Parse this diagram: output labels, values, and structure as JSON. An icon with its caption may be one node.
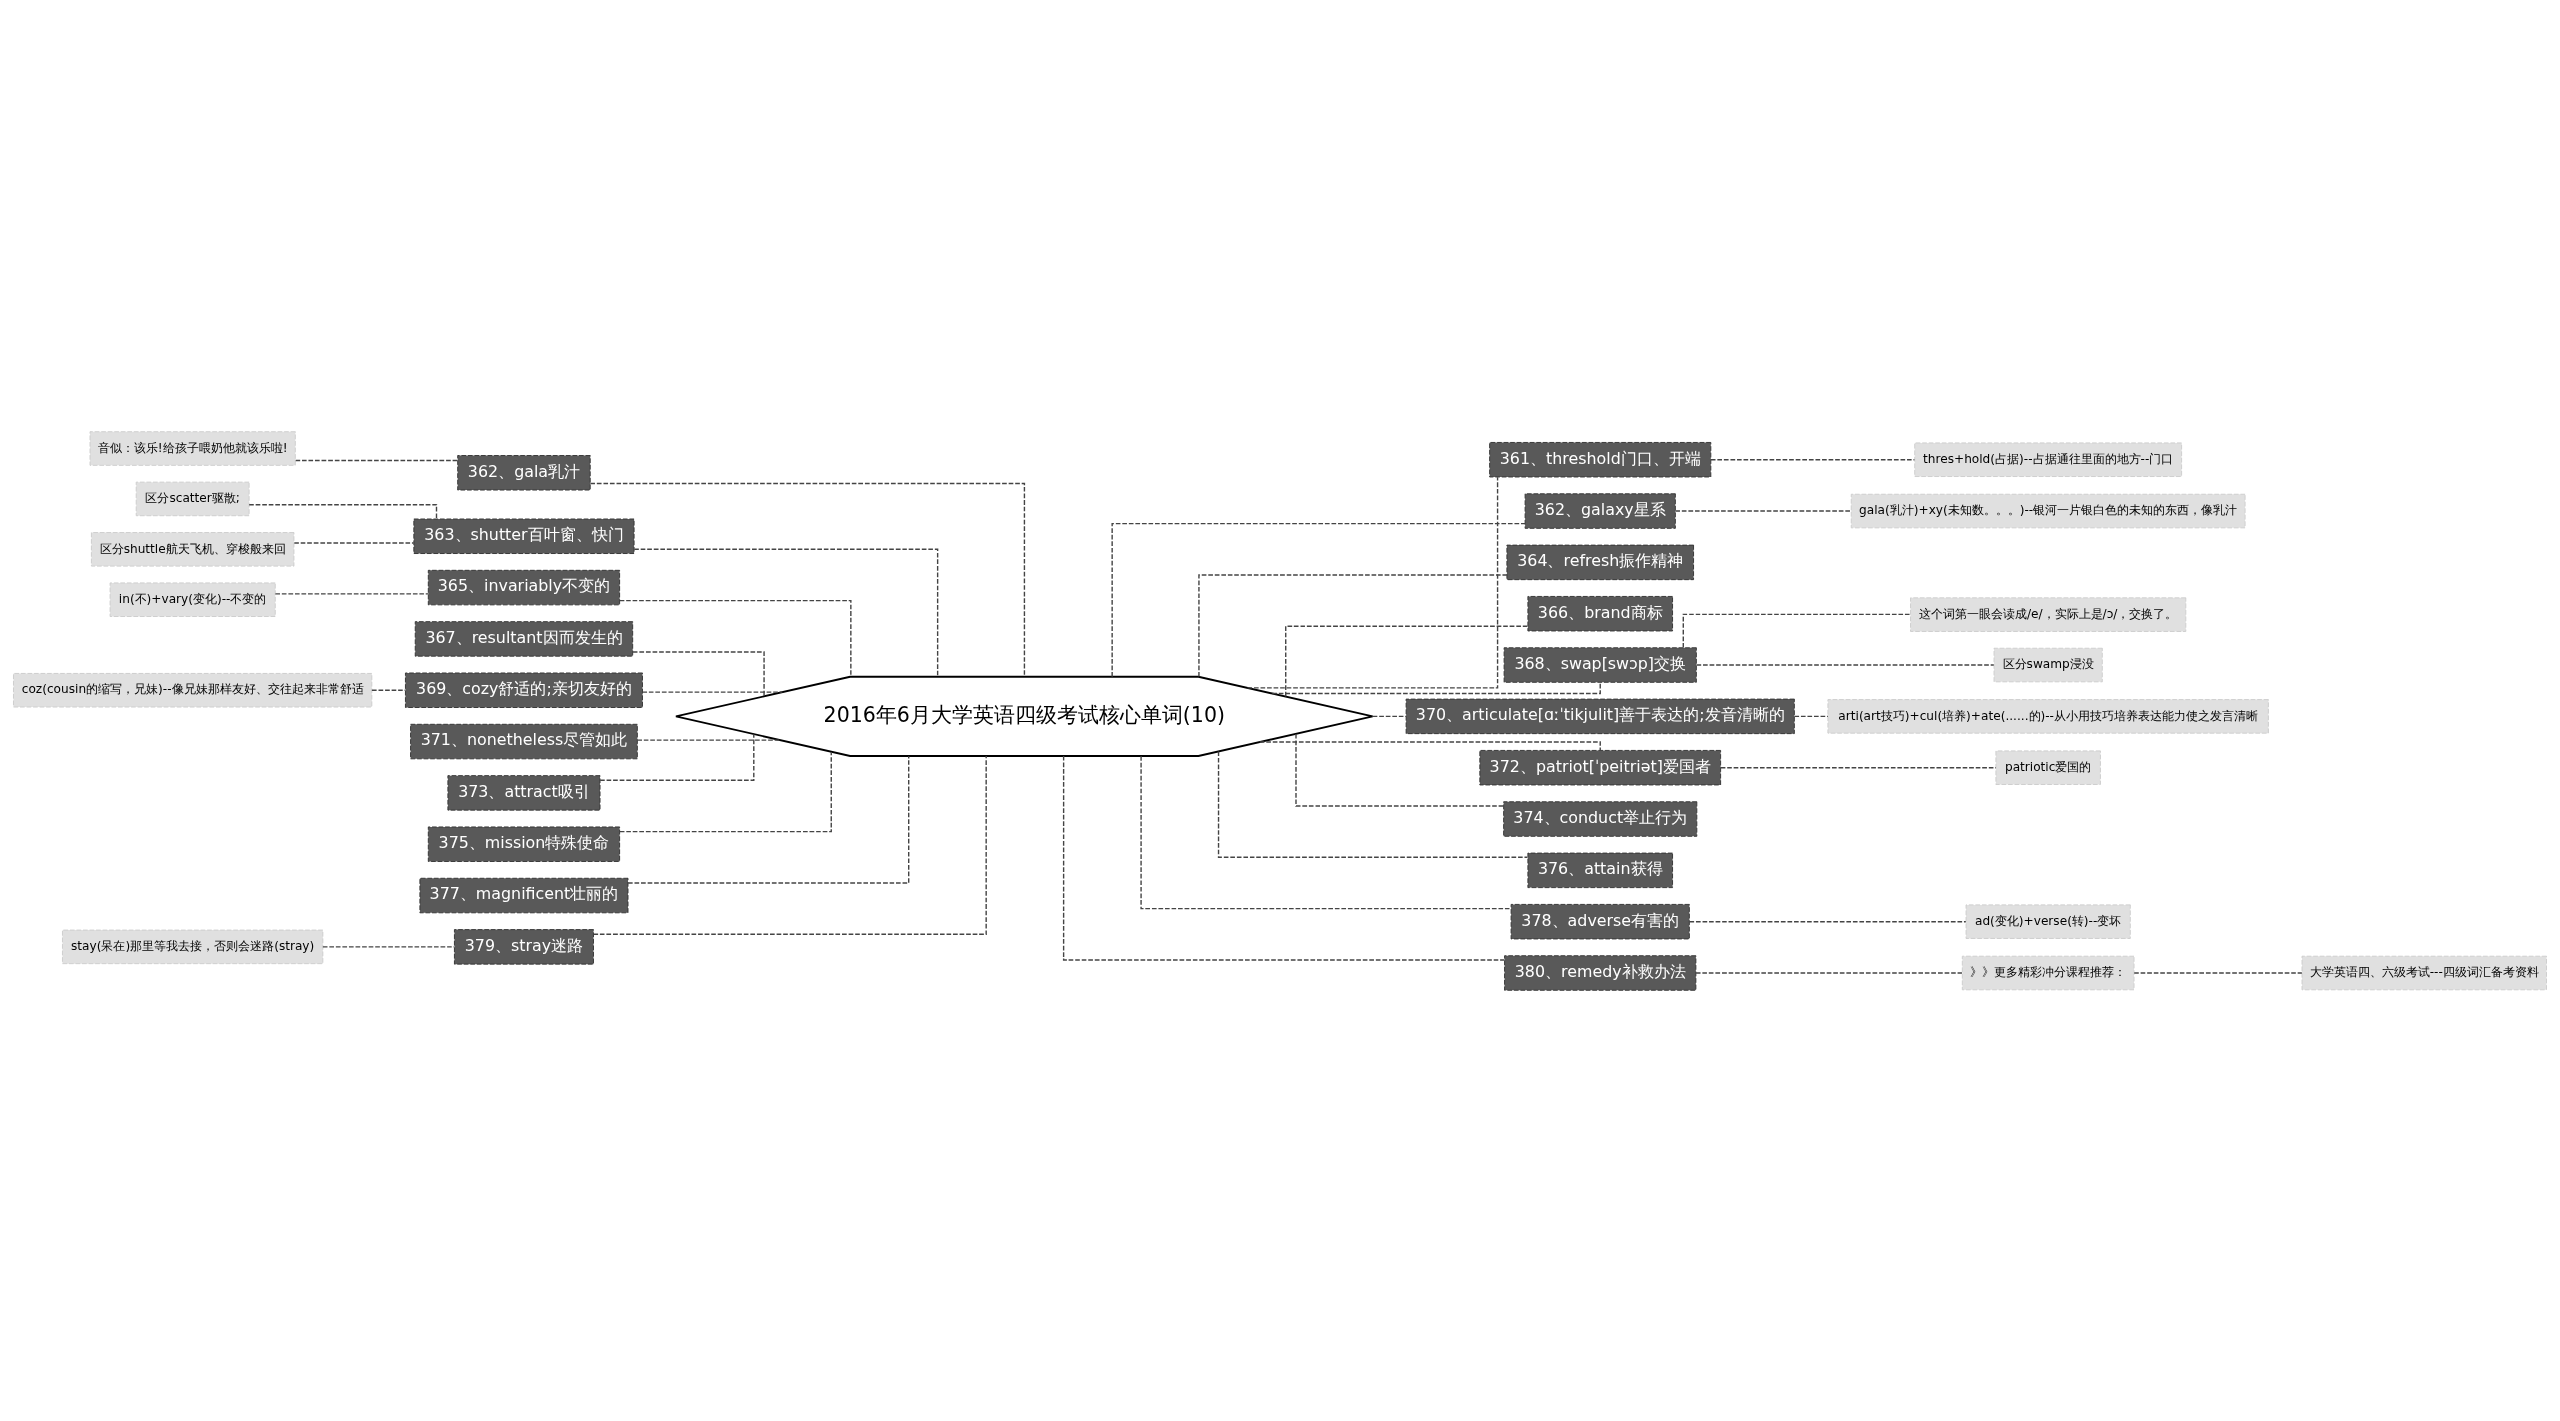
{
  "diagram": {
    "nodes": [
      {
        "text": [
          "2016年6月大学英语四级考试核心单词(10)"
        ]
      },
      {
        "text": [
          "361、threshold门口、开端"
        ]
      },
      {
        "text": [
          "thres+hold(占据)--占据通往里面的地方--门口"
        ]
      },
      {
        "text": [
          "362、galaxy星系"
        ]
      },
      {
        "text": [
          "gala(乳汁)+xy(未知数。。。)--银河一片银白色的未知的东西，像乳汁"
        ]
      },
      {
        "text": [
          "364、refresh振作精神"
        ]
      },
      {
        "text": [
          "366、brand商标"
        ]
      },
      {
        "text": [
          "368、swap[swɔp]交换"
        ]
      },
      {
        "text": [
          "这个词第一眼会读成/e/，实际上是/ɔ/，交换了。"
        ]
      },
      {
        "text": [
          "区分swamp浸没"
        ]
      },
      {
        "text": [
          "370、articulate[ɑːˈtikjulit]善于表达的;发音清晰的"
        ]
      },
      {
        "text": [
          "arti(art技巧)+cul(培养)+ate(......的)--从小用技巧培养表达能力使之发言清晰"
        ]
      },
      {
        "text": [
          "372、patriot[ˈpeitriət]爱国者"
        ]
      },
      {
        "text": [
          "patriotic爱国的"
        ]
      },
      {
        "text": [
          "374、conduct举止行为"
        ]
      },
      {
        "text": [
          "376、attain获得"
        ]
      },
      {
        "text": [
          "378、adverse有害的"
        ]
      },
      {
        "text": [
          "ad(变化)+verse(转)--变坏"
        ]
      },
      {
        "text": [
          "380、remedy补救办法"
        ]
      },
      {
        "text": [
          "》》更多精彩冲分课程推荐："
        ]
      },
      {
        "text": [
          "大学英语四、六级考试---四级词汇备考资料"
        ]
      },
      {
        "text": [
          "362、gala乳汁"
        ]
      },
      {
        "text": [
          "音似：该乐!给孩子喂奶他就该乐啦!"
        ]
      },
      {
        "text": [
          "363、shutter百叶窗、快门"
        ]
      },
      {
        "text": [
          "区分scatter驱散;"
        ]
      },
      {
        "text": [
          "区分shuttle航天飞机、穿梭般来回"
        ]
      },
      {
        "text": [
          "365、invariably不变的"
        ]
      },
      {
        "text": [
          "in(不)+vary(变化)--不变的"
        ]
      },
      {
        "text": [
          "367、resultant因而发生的"
        ]
      },
      {
        "text": [
          "369、cozy舒适的;亲切友好的"
        ]
      },
      {
        "text": [
          "coz(cousin的缩写，兄妹)--像兄妹那样友好、交往起来非常舒适"
        ]
      },
      {
        "text": [
          "371、nonetheless尽管如此"
        ]
      },
      {
        "text": [
          "373、attract吸引"
        ]
      },
      {
        "text": [
          "375、mission特殊使命"
        ]
      },
      {
        "text": [
          "377、magnificent壮丽的"
        ]
      },
      {
        "text": [
          "379、stray迷路"
        ]
      },
      {
        "text": [
          "stay(呆在)那里等我去接，否则会迷路(stray)"
        ]
      }
    ],
    "edges": [
      {
        "from": 0,
        "to": 1,
        "arrow": "none"
      },
      {
        "from": 0,
        "to": 3,
        "arrow": "none"
      },
      {
        "from": 0,
        "to": 5,
        "arrow": "none"
      },
      {
        "from": 0,
        "to": 6,
        "arrow": "none"
      },
      {
        "from": 0,
        "to": 7,
        "arrow": "none"
      },
      {
        "from": 0,
        "to": 10,
        "arrow": "none"
      },
      {
        "from": 0,
        "to": 12,
        "arrow": "none"
      },
      {
        "from": 0,
        "to": 14,
        "arrow": "none"
      },
      {
        "from": 0,
        "to": 15,
        "arrow": "none"
      },
      {
        "from": 0,
        "to": 16,
        "arrow": "none"
      },
      {
        "from": 0,
        "to": 18,
        "arrow": "none"
      },
      {
        "from": 0,
        "to": 21,
        "arrow": "none"
      },
      {
        "from": 0,
        "to": 23,
        "arrow": "none"
      },
      {
        "from": 0,
        "to": 26,
        "arrow": "none"
      },
      {
        "from": 0,
        "to": 28,
        "arrow": "none"
      },
      {
        "from": 0,
        "to": 29,
        "arrow": "none"
      },
      {
        "from": 0,
        "to": 31,
        "arrow": "none"
      },
      {
        "from": 0,
        "to": 32,
        "arrow": "none"
      },
      {
        "from": 0,
        "to": 33,
        "arrow": "none"
      },
      {
        "from": 0,
        "to": 34,
        "arrow": "none"
      },
      {
        "from": 0,
        "to": 35,
        "arrow": "none"
      },
      {
        "from": 1,
        "to": 2,
        "arrow": "none"
      },
      {
        "from": 3,
        "to": 4,
        "arrow": "none"
      },
      {
        "from": 7,
        "to": 8,
        "arrow": "none"
      },
      {
        "from": 7,
        "to": 9,
        "arrow": "none"
      },
      {
        "from": 10,
        "to": 11,
        "arrow": "none"
      },
      {
        "from": 12,
        "to": 13,
        "arrow": "none"
      },
      {
        "from": 16,
        "to": 17,
        "arrow": "none"
      },
      {
        "from": 18,
        "to": 19,
        "arrow": "none"
      },
      {
        "from": 19,
        "to": 20,
        "arrow": "none"
      },
      {
        "from": 21,
        "to": 22,
        "arrow": "none"
      },
      {
        "from": 23,
        "to": 24,
        "arrow": "none"
      },
      {
        "from": 23,
        "to": 25,
        "arrow": "none"
      },
      {
        "from": 26,
        "to": 27,
        "arrow": "none"
      },
      {
        "from": 29,
        "to": 30,
        "arrow": "none"
      },
      {
        "from": 35,
        "to": 36,
        "arrow": "none"
      }
    ]
  }
}
